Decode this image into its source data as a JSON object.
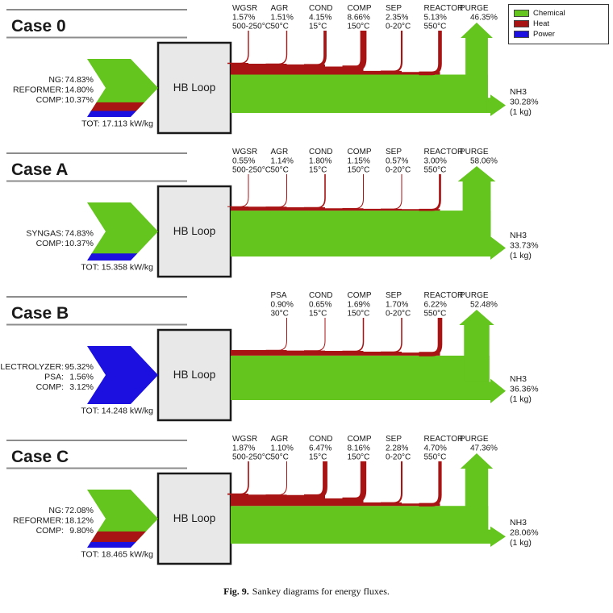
{
  "legend": {
    "items": [
      {
        "label": "Chemical",
        "color": "#64c51e"
      },
      {
        "label": "Heat",
        "color": "#a81414"
      },
      {
        "label": "Power",
        "color": "#1c10e0"
      }
    ]
  },
  "hb_box_label": "HB Loop",
  "caption": {
    "fig": "Fig. 9.",
    "text": "Sankey diagrams for energy fluxes."
  },
  "chart_data": {
    "type": "sankey",
    "title": "Sankey diagrams for energy fluxes",
    "flow_kinds": [
      "Chemical",
      "Heat",
      "Power"
    ],
    "cases": [
      {
        "title": "Case 0",
        "inputs": [
          {
            "label": "NG:",
            "pct": 74.83,
            "pct_label": "74.83%",
            "kind": "Chemical"
          },
          {
            "label": "REFORMER:",
            "pct": 14.8,
            "pct_label": "14.80%",
            "kind": "Heat"
          },
          {
            "label": "COMP:",
            "pct": 10.37,
            "pct_label": "10.37%",
            "kind": "Power"
          }
        ],
        "total_label": "TOT: 17.113 kW/kg",
        "losses": [
          {
            "name": "WGSR",
            "pct": 1.57,
            "pct_label": "1.57%",
            "temp": "500-250°C",
            "kind": "Heat"
          },
          {
            "name": "AGR",
            "pct": 1.51,
            "pct_label": "1.51%",
            "temp": "50°C",
            "kind": "Heat"
          },
          {
            "name": "COND",
            "pct": 4.15,
            "pct_label": "4.15%",
            "temp": "15°C",
            "kind": "Heat"
          },
          {
            "name": "COMP",
            "pct": 8.66,
            "pct_label": "8.66%",
            "temp": "150°C",
            "kind": "Heat"
          },
          {
            "name": "SEP",
            "pct": 2.35,
            "pct_label": "2.35%",
            "temp": "0-20°C",
            "kind": "Heat"
          },
          {
            "name": "REACTOR",
            "pct": 5.13,
            "pct_label": "5.13%",
            "temp": "550°C",
            "kind": "Heat"
          }
        ],
        "purge": {
          "name": "PURGE",
          "pct": 46.35,
          "pct_label": "46.35%",
          "kind": "Chemical"
        },
        "output": {
          "name": "NH3",
          "pct": 30.28,
          "pct_label": "30.28%",
          "note": "(1 kg)",
          "kind": "Chemical"
        }
      },
      {
        "title": "Case A",
        "inputs": [
          {
            "label": "SYNGAS:",
            "pct": 74.83,
            "pct_label": "74.83%",
            "kind": "Chemical"
          },
          {
            "label": "COMP:",
            "pct": 10.37,
            "pct_label": "10.37%",
            "kind": "Power"
          }
        ],
        "total_label": "TOT: 15.358 kW/kg",
        "losses": [
          {
            "name": "WGSR",
            "pct": 0.55,
            "pct_label": "0.55%",
            "temp": "500-250°C",
            "kind": "Heat"
          },
          {
            "name": "AGR",
            "pct": 1.14,
            "pct_label": "1.14%",
            "temp": "50°C",
            "kind": "Heat"
          },
          {
            "name": "COND",
            "pct": 1.8,
            "pct_label": "1.80%",
            "temp": "15°C",
            "kind": "Heat"
          },
          {
            "name": "COMP",
            "pct": 1.15,
            "pct_label": "1.15%",
            "temp": "150°C",
            "kind": "Heat"
          },
          {
            "name": "SEP",
            "pct": 0.57,
            "pct_label": "0.57%",
            "temp": "0-20°C",
            "kind": "Heat"
          },
          {
            "name": "REACTOR",
            "pct": 3.0,
            "pct_label": "3.00%",
            "temp": "550°C",
            "kind": "Heat"
          }
        ],
        "purge": {
          "name": "PURGE",
          "pct": 58.06,
          "pct_label": "58.06%",
          "kind": "Chemical"
        },
        "output": {
          "name": "NH3",
          "pct": 33.73,
          "pct_label": "33.73%",
          "note": "(1 kg)",
          "kind": "Chemical"
        }
      },
      {
        "title": "Case B",
        "inputs": [
          {
            "label": "ELECTROLYZER:",
            "pct": 95.32,
            "pct_label": "95.32%",
            "kind": "Power"
          },
          {
            "label": "PSA:",
            "pct": 1.56,
            "pct_label": "1.56%",
            "kind": "Power"
          },
          {
            "label": "COMP:",
            "pct": 3.12,
            "pct_label": "3.12%",
            "kind": "Power"
          }
        ],
        "total_label": "TOT: 14.248 kW/kg",
        "losses": [
          {
            "name": "PSA",
            "pct": 0.9,
            "pct_label": "0.90%",
            "temp": "30°C",
            "kind": "Heat"
          },
          {
            "name": "COND",
            "pct": 0.65,
            "pct_label": "0.65%",
            "temp": "15°C",
            "kind": "Heat"
          },
          {
            "name": "COMP",
            "pct": 1.69,
            "pct_label": "1.69%",
            "temp": "150°C",
            "kind": "Heat"
          },
          {
            "name": "SEP",
            "pct": 1.7,
            "pct_label": "1.70%",
            "temp": "0-20°C",
            "kind": "Heat"
          },
          {
            "name": "REACTOR",
            "pct": 6.22,
            "pct_label": "6.22%",
            "temp": "550°C",
            "kind": "Heat"
          }
        ],
        "purge": {
          "name": "PURGE",
          "pct": 52.48,
          "pct_label": "52.48%",
          "kind": "Chemical"
        },
        "output": {
          "name": "NH3",
          "pct": 36.36,
          "pct_label": "36.36%",
          "note": "(1 kg)",
          "kind": "Chemical"
        }
      },
      {
        "title": "Case C",
        "inputs": [
          {
            "label": "NG:",
            "pct": 72.08,
            "pct_label": "72.08%",
            "kind": "Chemical"
          },
          {
            "label": "REFORMER:",
            "pct": 18.12,
            "pct_label": "18.12%",
            "kind": "Heat"
          },
          {
            "label": "COMP:",
            "pct": 9.8,
            "pct_label": "9.80%",
            "kind": "Power"
          }
        ],
        "total_label": "TOT: 18.465 kW/kg",
        "losses": [
          {
            "name": "WGSR",
            "pct": 1.87,
            "pct_label": "1.87%",
            "temp": "500-250°C",
            "kind": "Heat"
          },
          {
            "name": "AGR",
            "pct": 1.1,
            "pct_label": "1.10%",
            "temp": "50°C",
            "kind": "Heat"
          },
          {
            "name": "COND",
            "pct": 6.47,
            "pct_label": "6.47%",
            "temp": "15°C",
            "kind": "Heat"
          },
          {
            "name": "COMP",
            "pct": 8.16,
            "pct_label": "8.16%",
            "temp": "150°C",
            "kind": "Heat"
          },
          {
            "name": "SEP",
            "pct": 2.28,
            "pct_label": "2.28%",
            "temp": "0-20°C",
            "kind": "Heat"
          },
          {
            "name": "REACTOR",
            "pct": 4.7,
            "pct_label": "4.70%",
            "temp": "550°C",
            "kind": "Heat"
          }
        ],
        "purge": {
          "name": "PURGE",
          "pct": 47.36,
          "pct_label": "47.36%",
          "kind": "Chemical"
        },
        "output": {
          "name": "NH3",
          "pct": 28.06,
          "pct_label": "28.06%",
          "note": "(1 kg)",
          "kind": "Chemical"
        }
      }
    ]
  }
}
